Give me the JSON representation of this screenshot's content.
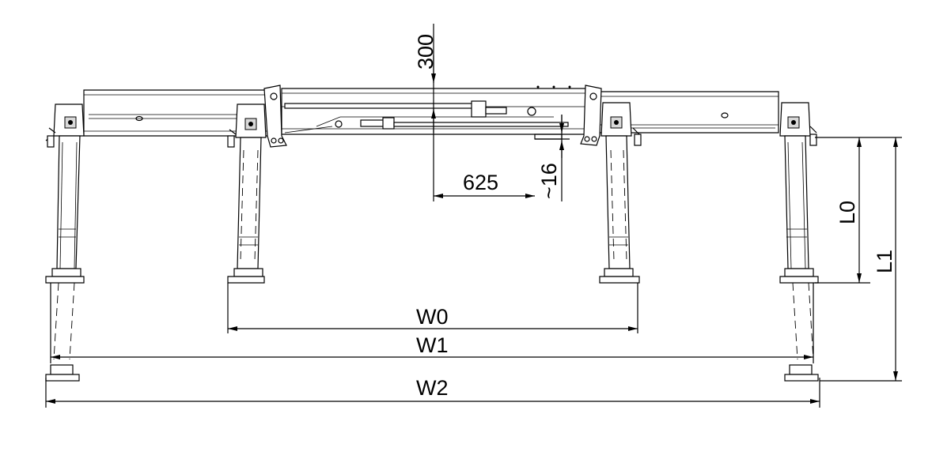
{
  "drawing": {
    "dimensions": [
      {
        "id": "dim-300",
        "label": "300"
      },
      {
        "id": "dim-625",
        "label": "625"
      },
      {
        "id": "dim-16",
        "label": "~16"
      },
      {
        "id": "dim-L0",
        "label": "L0"
      },
      {
        "id": "dim-L1",
        "label": "L1"
      },
      {
        "id": "dim-W0",
        "label": "W0"
      },
      {
        "id": "dim-W1",
        "label": "W1"
      },
      {
        "id": "dim-W2",
        "label": "W2"
      }
    ]
  }
}
